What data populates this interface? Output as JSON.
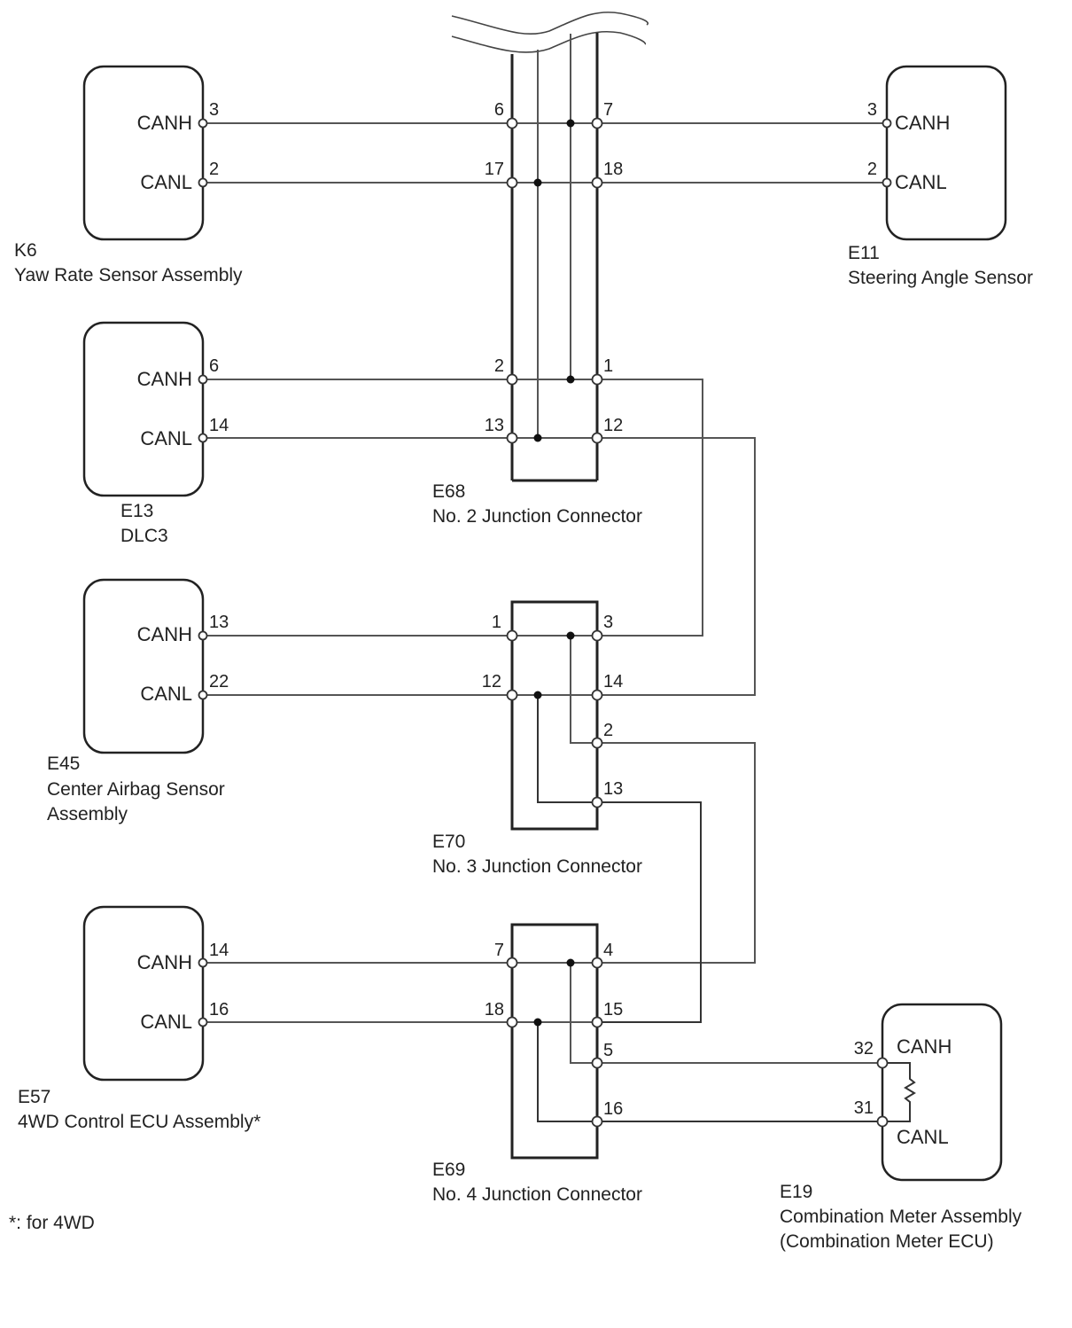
{
  "diagram": {
    "title": "CAN communication system wiring diagram",
    "footnote": "*: for 4WD",
    "colors": {
      "wire": "#555555",
      "outline": "#222222",
      "splice": "#111111",
      "background": "#ffffff"
    },
    "components": [
      {
        "id": "K6",
        "code": "K6",
        "name": [
          "Yaw Rate Sensor Assembly"
        ],
        "pins": [
          {
            "signal": "CANH",
            "pin": "3"
          },
          {
            "signal": "CANL",
            "pin": "2"
          }
        ]
      },
      {
        "id": "E11",
        "code": "E11",
        "name": [
          "Steering Angle Sensor"
        ],
        "pins": [
          {
            "signal": "CANH",
            "pin": "3"
          },
          {
            "signal": "CANL",
            "pin": "2"
          }
        ]
      },
      {
        "id": "E13",
        "code": "E13",
        "name": [
          "DLC3"
        ],
        "pins": [
          {
            "signal": "CANH",
            "pin": "6"
          },
          {
            "signal": "CANL",
            "pin": "14"
          }
        ]
      },
      {
        "id": "E45",
        "code": "E45",
        "name": [
          "Center Airbag Sensor",
          "Assembly"
        ],
        "pins": [
          {
            "signal": "CANH",
            "pin": "13"
          },
          {
            "signal": "CANL",
            "pin": "22"
          }
        ]
      },
      {
        "id": "E57",
        "code": "E57",
        "name": [
          "4WD Control ECU Assembly*"
        ],
        "pins": [
          {
            "signal": "CANH",
            "pin": "14"
          },
          {
            "signal": "CANL",
            "pin": "16"
          }
        ]
      },
      {
        "id": "E19",
        "code": "E19",
        "name": [
          "Combination Meter Assembly",
          "(Combination Meter ECU)"
        ],
        "pins": [
          {
            "signal": "CANH",
            "pin": "32"
          },
          {
            "signal": "CANL",
            "pin": "31"
          }
        ]
      }
    ],
    "junctions": [
      {
        "id": "E68",
        "code": "E68",
        "name": "No. 2 Junction Connector",
        "pins": [
          "6",
          "7",
          "17",
          "18",
          "2",
          "1",
          "13",
          "12"
        ]
      },
      {
        "id": "E70",
        "code": "E70",
        "name": "No. 3 Junction Connector",
        "pins": [
          "1",
          "3",
          "12",
          "14",
          "2",
          "13"
        ]
      },
      {
        "id": "E69",
        "code": "E69",
        "name": "No. 4 Junction Connector",
        "pins": [
          "7",
          "4",
          "18",
          "15",
          "5",
          "16"
        ]
      }
    ],
    "connections": [
      {
        "from": "K6-3",
        "to": "E68-6",
        "signal": "CANH"
      },
      {
        "from": "K6-2",
        "to": "E68-17",
        "signal": "CANL"
      },
      {
        "from": "E68-7",
        "to": "E11-3",
        "signal": "CANH"
      },
      {
        "from": "E68-18",
        "to": "E11-2",
        "signal": "CANL"
      },
      {
        "from": "E13-6",
        "to": "E68-2",
        "signal": "CANH"
      },
      {
        "from": "E13-14",
        "to": "E68-13",
        "signal": "CANL"
      },
      {
        "from": "E68-1",
        "to": "E70-3",
        "signal": "CANH"
      },
      {
        "from": "E68-12",
        "to": "E70-14",
        "signal": "CANL"
      },
      {
        "from": "E45-13",
        "to": "E70-1",
        "signal": "CANH"
      },
      {
        "from": "E45-22",
        "to": "E70-12",
        "signal": "CANL"
      },
      {
        "from": "E70-2",
        "to": "E69-4",
        "signal": "CANH"
      },
      {
        "from": "E70-13",
        "to": "E69-15",
        "signal": "CANL"
      },
      {
        "from": "E57-14",
        "to": "E69-7",
        "signal": "CANH"
      },
      {
        "from": "E57-16",
        "to": "E69-18",
        "signal": "CANL"
      },
      {
        "from": "E69-5",
        "to": "E19-32",
        "signal": "CANH"
      },
      {
        "from": "E69-16",
        "to": "E19-31",
        "signal": "CANL"
      }
    ]
  }
}
